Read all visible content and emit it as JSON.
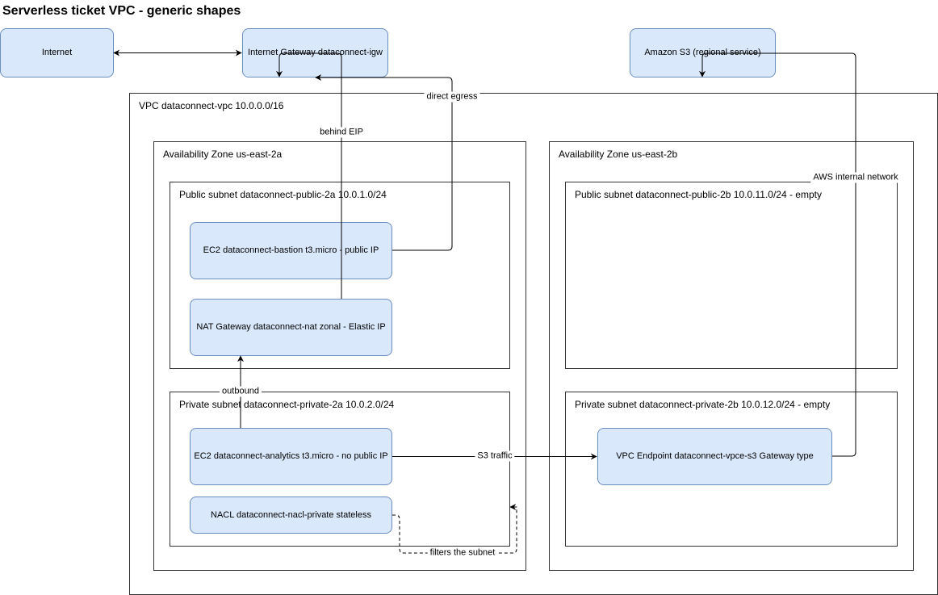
{
  "title": "Serverless ticket VPC - generic shapes",
  "containers": {
    "vpc": "VPC dataconnect-vpc 10.0.0.0/16",
    "az_a": "Availability Zone us-east-2a",
    "az_b": "Availability Zone us-east-2b",
    "public_2a": "Public subnet dataconnect-public-2a 10.0.1.0/24",
    "private_2a": "Private subnet dataconnect-private-2a 10.0.2.0/24",
    "public_2b": "Public subnet dataconnect-public-2b 10.0.11.0/24 - empty",
    "private_2b": "Private subnet dataconnect-private-2b 10.0.12.0/24 - empty"
  },
  "nodes": {
    "internet": "Internet",
    "igw": "Internet Gateway dataconnect-igw",
    "s3": "Amazon S3 (regional service)",
    "bastion": "EC2 dataconnect-bastion t3.micro - public IP",
    "nat": "NAT Gateway dataconnect-nat zonal - Elastic IP",
    "analytics": "EC2 dataconnect-analytics t3.micro - no public IP",
    "nacl": "NACL dataconnect-nacl-private stateless",
    "vpce": "VPC Endpoint dataconnect-vpce-s3 Gateway type"
  },
  "edge_labels": {
    "direct_egress": "direct egress",
    "behind_eip": "behind EIP",
    "aws_internal": "AWS internal network",
    "outbound": "outbound",
    "s3_traffic": "S3 traffic",
    "filters": "filters the subnet"
  },
  "colors": {
    "node_fill": "#dae8fc",
    "node_stroke": "#6c8ebf",
    "container_stroke": "#333333"
  }
}
